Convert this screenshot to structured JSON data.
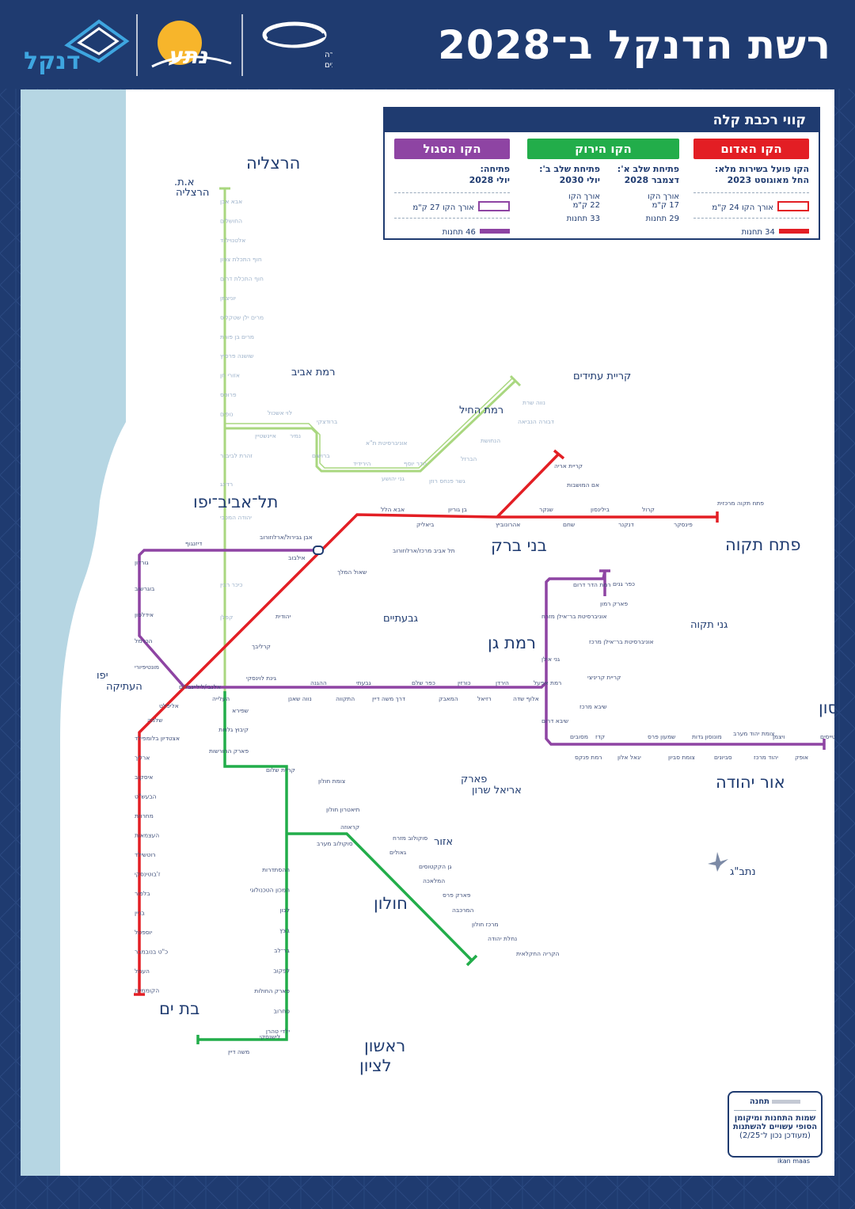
{
  "header": {
    "title": "רשת הדנקל ב־2028",
    "logo_dankal": "דנקל",
    "logo_nta": "נתע",
    "logo_ministry_line1": "משרד התחבורה",
    "logo_ministry_line2": "והבטיחות בדרכים"
  },
  "legend": {
    "heading": "קווי רכבת קלה",
    "red": {
      "name": "הקו האדום",
      "status": "הקו פועל בשירות מלא:",
      "date": "החל מאוגוסט 2023",
      "length": "אורך הקו 24 ק\"מ",
      "stations": "34 תחנות"
    },
    "green": {
      "name": "הקו הירוק",
      "stageA": "פתיחת שלב א':",
      "stageA_date": "דצמבר 2028",
      "stageA_length1": "אורך הקו",
      "stageA_length2": "17 ק\"מ",
      "stageA_stations": "29 תחנות",
      "stageB": "פתיחת שלב ב':",
      "stageB_date": "יולי 2030",
      "stageB_length1": "אורך הקו",
      "stageB_length2": "22 ק\"מ",
      "stageB_stations": "33 תחנות"
    },
    "purple": {
      "name": "הקו הסגול",
      "opening": "פתיחה:",
      "date": "יולי 2028",
      "length": "אורך הקו 27 ק\"מ",
      "stations": "46 תחנות"
    }
  },
  "colors": {
    "red": "#e31e24",
    "green": "#22ad4a",
    "lightgreen": "#a9d77f",
    "purple": "#8e44a3",
    "navy": "#1f3b70",
    "sea": "#b6d6e3"
  },
  "note": {
    "station": "תחנה",
    "line1": "שמות התחנות ומיקומן",
    "line2": "הסופי עשויים להשתנות",
    "line3": "(מעודכן נכון ל־2/25)"
  },
  "credit": "ikan maas",
  "cities": {
    "herzliya": "הרצליה",
    "at_herzliya1": "א.ת.",
    "at_herzliya2": "הרצליה",
    "ramat_aviv": "רמת אביב",
    "kiryat_atidim": "קריית עתידים",
    "ramat_hahayal": "רמת החיל",
    "tel_aviv": "תל־אביב־יפו",
    "bnei_brak": "בני ברק",
    "petah_tikva": "פתח תקוה",
    "givatayim": "גבעתיים",
    "ramat_gan": "רמת גן",
    "ganei_tikva": "גני תקוה",
    "jaffa1": "יפו",
    "jaffa2": "העתיקה",
    "yehud": "יהוד/מונוסון",
    "park1": "פארק",
    "park2": "אריאל שרון",
    "or_yehuda": "אור יהודה",
    "azor": "אזור",
    "holon": "חולון",
    "bat_yam": "בת ים",
    "rishon1": "ראשון",
    "rishon2": "לציון",
    "ngb": "נתב\"ג"
  },
  "stations": {
    "red": [
      "פתח תקוה מרכזית",
      "קרול",
      "בילינסון",
      "שנקר",
      "אם המושבות",
      "קריית אריה",
      "פינסקר",
      "דנקנר",
      "שחם",
      "אהרונוביץ",
      "בן גוריון",
      "ביאליק",
      "אבא הלל",
      "תל אביב מרכז/ארלוזורוב",
      "שאול המלך",
      "יהודית",
      "קרליבך",
      "אלנבי/ליליינבלום",
      "אליפלט",
      "שלמה",
      "אצטדיון בלומפילד",
      "ארליך",
      "איסקוב",
      "הבעש\"ט",
      "מחרוזת",
      "העצמאות",
      "רוטשילד",
      "ז'בוטינסקי",
      "בלפור",
      "בניין",
      "יוספטל",
      "כ\"ט בנובמבר",
      "העמל",
      "הקוממיות"
    ],
    "green": [
      "אבא אבן",
      "החושלים",
      "אלטנוילנד",
      "חוף התכלת צפון",
      "חוף התכלת דרום",
      "יוניצמן",
      "מרים ילן שטקליס",
      "מרים בן פורת",
      "שושנה פרסיץ",
      "אזורי חן",
      "פרופס",
      "נופים",
      "לוי אשכול",
      "ברודצקי",
      "איינשטיין",
      "נמיר",
      "ברושים",
      "אוניברסיטת ת\"א",
      "הירידיד",
      "הדר יוסף",
      "גני יהושע",
      "גשר פנחס רוזן",
      "הברזל",
      "הנחושת",
      "דבורה הנביאה",
      "נווה שרת",
      "זהרת לביבנר",
      "רדינג",
      "יהודה המכבי",
      "אבן גבירול/ארלוזורוב",
      "כיכר רבין",
      "קפלן",
      "גינת לוינסקי",
      "שפירא",
      "קיבוץ גלויות",
      "פארק החורשות",
      "קריית שלום",
      "צומת חולון",
      "תיאטרון חולון",
      "קראוזה",
      "סוקולוב מערב",
      "סוקולוב מזרח",
      "גאולים",
      "גן הקקטוסים",
      "המלאכה",
      "פארק פרס",
      "המרכבה",
      "מרכז חולון",
      "נחלת יהודה",
      "הקריה החקלאית",
      "ההסתדרות",
      "המכון הטכנולוגי",
      "לבון",
      "בצץ",
      "בר־לב",
      "לפקוב",
      "פארק החולות",
      "סחרוב",
      "ילדי טהרן",
      "לישנסקי",
      "משה דיין"
    ],
    "purple": [
      "דיזנגוף",
      "אילבוב",
      "גורדון",
      "בוגרשוב",
      "אידלסון",
      "הכרמל",
      "מונטיפיורי",
      "העלייה",
      "נווה שאנן",
      "ההגנה",
      "התקווה",
      "גבעתי",
      "דרך משה דיין",
      "כפר שלם",
      "המאבק",
      "כורזין",
      "רזיאל",
      "הירדן",
      "אלוף שדה",
      "רמת אפעל",
      "קריית קריניצי",
      "גני אילן",
      "אוניברסיטת בר־אילן מרכז",
      "אוניברסיטת בר־אילן מזרח",
      "רמת הדר דרום",
      "פארק רמון",
      "כפר גנים",
      "שיבא מרכז",
      "שיבא דרום",
      "מסובים",
      "רמת פנקס",
      "קדז",
      "יגאל אלון",
      "שמעון פרס",
      "צומת סביון",
      "מונוסון גדות",
      "סביונים",
      "צומת יהוד מערב",
      "יהוד מרכז",
      "ויצמן",
      "אופק",
      "הטייסים"
    ]
  }
}
